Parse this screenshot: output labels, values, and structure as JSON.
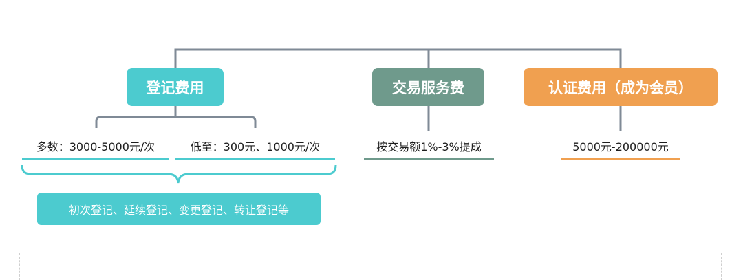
{
  "categories": {
    "registration": {
      "title": "登记费用",
      "fees": {
        "majority": "多数：3000-5000元/次",
        "minimum": "低至：300元、1000元/次"
      },
      "note": "初次登记、延续登记、变更登记、转让登记等"
    },
    "transaction": {
      "title": "交易服务费",
      "fee": "按交易额1%-3%提成"
    },
    "certification": {
      "title": "认证费用（成为会员）",
      "fee": "5000元-200000元"
    }
  },
  "colors": {
    "teal": "#4ccbcf",
    "sage": "#6f9a8c",
    "orange": "#f0a050",
    "connector": "#7f8a96"
  }
}
